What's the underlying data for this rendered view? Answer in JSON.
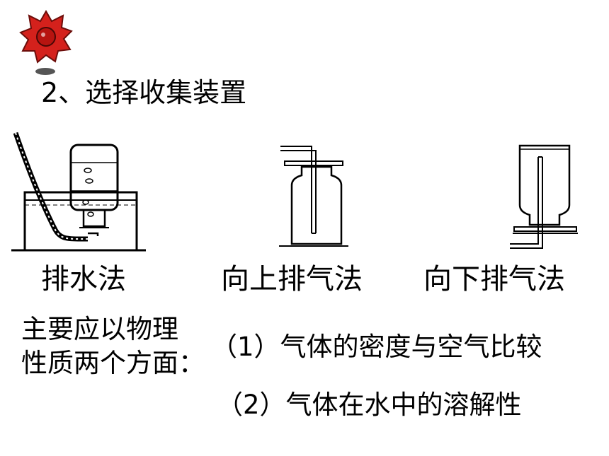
{
  "heading": {
    "text": "2、选择收集装置",
    "icon": "red-flower-icon",
    "icon_color": "#d4211c"
  },
  "apparatus": [
    {
      "label": "排水法",
      "icon": "water-displacement-apparatus-icon"
    },
    {
      "label": "向上排气法",
      "icon": "upward-air-displacement-apparatus-icon"
    },
    {
      "label": "向下排气法",
      "icon": "downward-air-displacement-apparatus-icon"
    }
  ],
  "basis": {
    "intro_line1": "主要应以物理",
    "intro_line2": "性质两个方面：",
    "points": [
      "（1）气体的密度与空气比较",
      "（2）气体在水中的溶解性"
    ]
  }
}
